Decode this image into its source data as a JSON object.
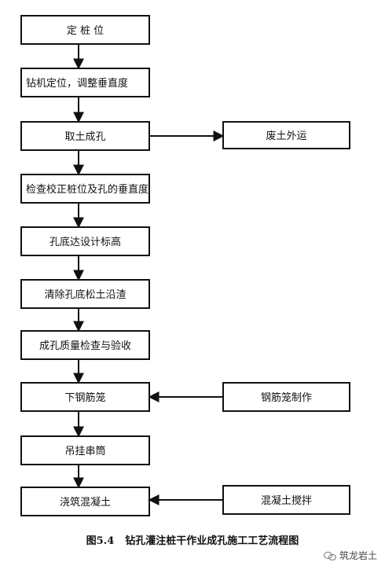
{
  "diagram": {
    "nodes": [
      {
        "id": "n1",
        "label": "定 桩 位"
      },
      {
        "id": "n2",
        "label": "钻机定位，调整垂直度"
      },
      {
        "id": "n3",
        "label": "取土成孔"
      },
      {
        "id": "n4",
        "label": "检查校正桩位及孔的垂直度"
      },
      {
        "id": "n5",
        "label": "孔底达设计标高"
      },
      {
        "id": "n6",
        "label": "清除孔底松土沿渣"
      },
      {
        "id": "n7",
        "label": "成孔质量检查与验收"
      },
      {
        "id": "n8",
        "label": "下钢筋笼"
      },
      {
        "id": "n9",
        "label": "吊挂串筒"
      },
      {
        "id": "n10",
        "label": "浇筑混凝土"
      },
      {
        "id": "s1",
        "label": "废土外运"
      },
      {
        "id": "s2",
        "label": "钢筋笼制作"
      },
      {
        "id": "s3",
        "label": "混凝土搅拌"
      }
    ],
    "edges": [
      {
        "from": "n1",
        "to": "n2"
      },
      {
        "from": "n2",
        "to": "n3"
      },
      {
        "from": "n3",
        "to": "n4"
      },
      {
        "from": "n4",
        "to": "n5"
      },
      {
        "from": "n5",
        "to": "n6"
      },
      {
        "from": "n6",
        "to": "n7"
      },
      {
        "from": "n7",
        "to": "n8"
      },
      {
        "from": "n8",
        "to": "n9"
      },
      {
        "from": "n9",
        "to": "n10"
      },
      {
        "from": "n3",
        "to": "s1"
      },
      {
        "from": "s2",
        "to": "n8"
      },
      {
        "from": "s3",
        "to": "n10"
      }
    ]
  },
  "caption": {
    "figure_number": "图5.4",
    "text": "钻孔灌注桩干作业成孔施工工艺流程图"
  },
  "watermark": {
    "text": "筑龙岩土"
  }
}
